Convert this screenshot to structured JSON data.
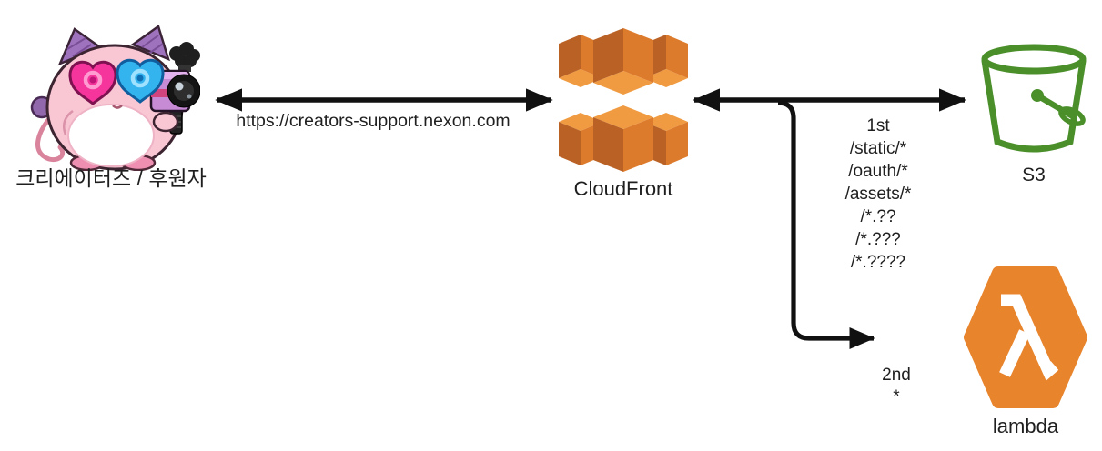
{
  "canvas": {
    "width": "1211",
    "height": "496",
    "background": "#ffffff"
  },
  "nodes": {
    "creator": {
      "label": "크리에이터즈 / 후원자",
      "icon": "pink-cat-mascot-with-camera"
    },
    "cloudfront": {
      "label": "CloudFront",
      "icon": "aws-cloudfront-cubes",
      "orange_light": "#F09B41",
      "orange_mid": "#DD7B2D",
      "orange_dark": "#BA6226"
    },
    "s3": {
      "label": "S3",
      "icon": "aws-s3-bucket",
      "color": "#4A8F2A"
    },
    "lambda": {
      "label": "lambda",
      "icon": "aws-lambda-hexagon",
      "color": "#E8842C"
    }
  },
  "edges": {
    "creator_cloudfront": {
      "label": "https://creators-support.nexon.com",
      "direction": "bidirectional"
    },
    "cloudfront_s3": {
      "priority": "1st",
      "patterns": [
        "/static/*",
        "/oauth/*",
        "/assets/*",
        "/*.??",
        "/*.???",
        "/*.????"
      ],
      "direction": "bidirectional"
    },
    "cloudfront_lambda": {
      "priority": "2nd",
      "patterns": [
        "*"
      ],
      "direction": "one-way"
    }
  },
  "colors": {
    "line": "#111111",
    "text": "#1f1f1f"
  }
}
